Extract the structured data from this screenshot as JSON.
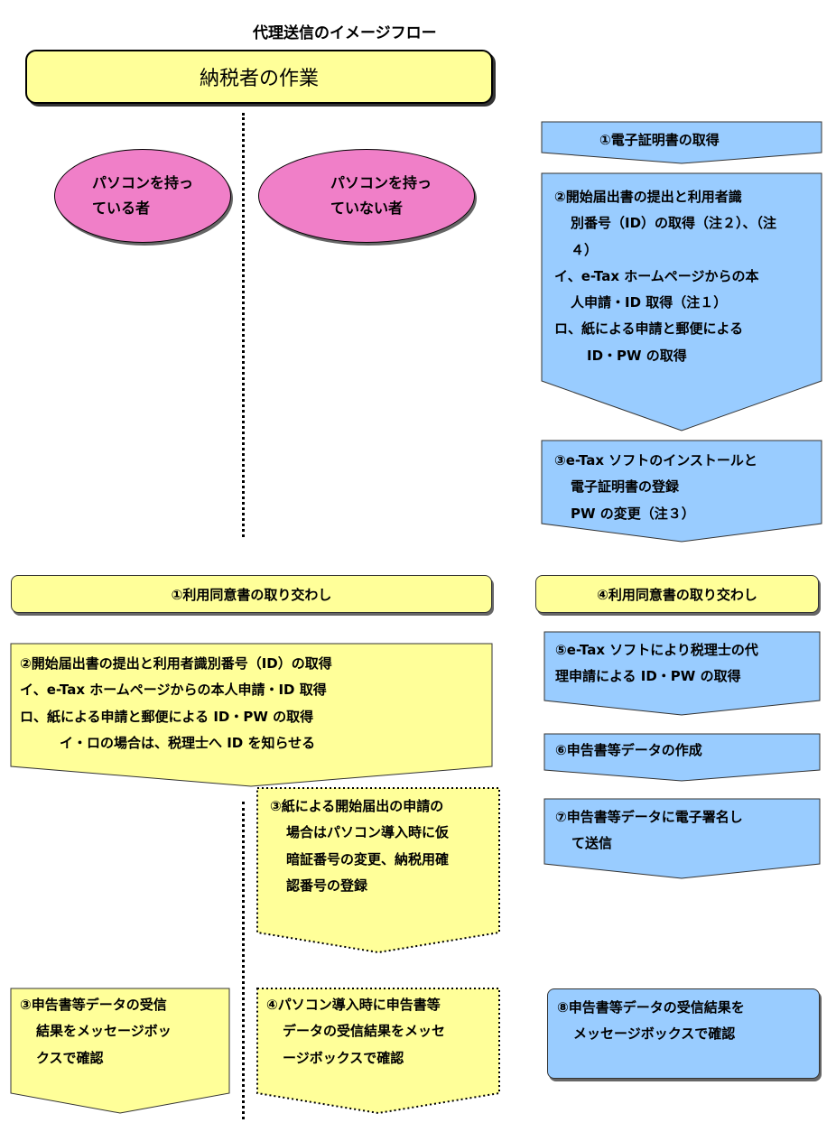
{
  "title": "代理送信のイメージフロー",
  "header": "納税者の作業",
  "ovals": {
    "with_pc": [
      "パソコンを持っ",
      "ている者"
    ],
    "without_pc": [
      "パソコンを持っ",
      "ていない者"
    ]
  },
  "blue_flow": {
    "step1": "①電子証明書の取得",
    "step2": [
      "②開始届出書の提出と利用者識",
      "別番号（ID）の取得（注２）、（注",
      "４）",
      "イ、e-Tax ホームページからの本",
      "人申請・ID 取得（注１）",
      "ロ、紙による申請と郵便による",
      "ID・PW の取得"
    ],
    "step3": [
      "③e-Tax ソフトのインストールと",
      "電子証明書の登録",
      "PW の変更（注３）"
    ],
    "step4": "④利用同意書の取り交わし",
    "step5": [
      "⑤e-Tax ソフトにより税理士の代",
      "理申請による ID・PW の取得"
    ],
    "step6": "⑥申告書等データの作成",
    "step7": [
      "⑦申告書等データに電子署名し",
      "て送信"
    ],
    "step8": [
      "⑧申告書等データの受信結果を",
      "メッセージボックスで確認"
    ]
  },
  "yellow_flow": {
    "step1": "①利用同意書の取り交わし",
    "step2": [
      "②開始届出書の提出と利用者識別番号（ID）の取得",
      "イ、e-Tax ホームページからの本人申請・ID 取得",
      "ロ、紙による申請と郵便による ID・PW の取得",
      "イ・ロの場合は、税理士へ ID を知らせる"
    ],
    "step3_left": [
      "③申告書等データの受信",
      "結果をメッセージボッ",
      "クスで確認"
    ],
    "step3_dotted": [
      "③紙による開始届出の申請の",
      "場合はパソコン導入時に仮",
      "暗証番号の変更、納税用確",
      "認番号の登録"
    ],
    "step4_dotted": [
      "④パソコン導入時に申告書等",
      "データの受信結果をメッセ",
      "ージボックスで確認"
    ]
  },
  "colors": {
    "yellow": "#ffff99",
    "blue": "#99ccff",
    "pink": "#f07fc8"
  }
}
